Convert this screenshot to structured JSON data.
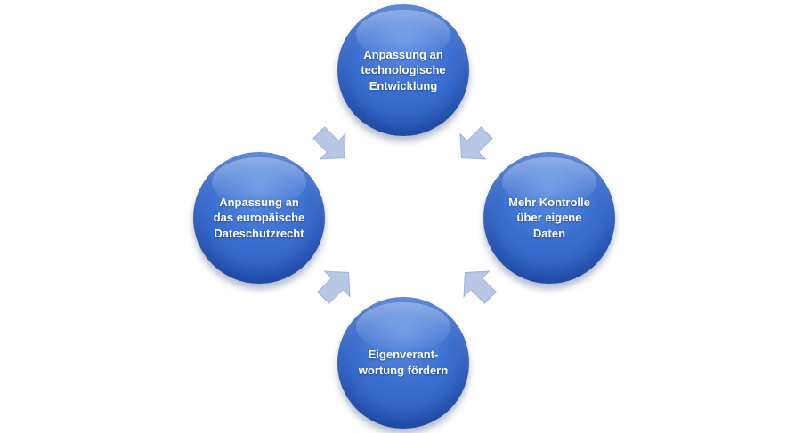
{
  "nodes": {
    "top": {
      "line1": "Anpassung an",
      "line2": "technologische",
      "line3": "Entwicklung"
    },
    "right": {
      "line1": "Mehr Kontrolle",
      "line2": "über eigene",
      "line3": "Daten"
    },
    "bottom": {
      "line1": "Eigenverant-",
      "line2": "wortung fördern",
      "line3": ""
    },
    "left": {
      "line1": "Anpassung an",
      "line2": "das europäische",
      "line3": "Dateschutzrecht"
    }
  },
  "colors": {
    "node_fill": "#3b6fcf",
    "arrow_fill": "#b9c7e6",
    "text": "#ffffff"
  },
  "icons": {
    "cycle_arrows": "block-arrow"
  }
}
